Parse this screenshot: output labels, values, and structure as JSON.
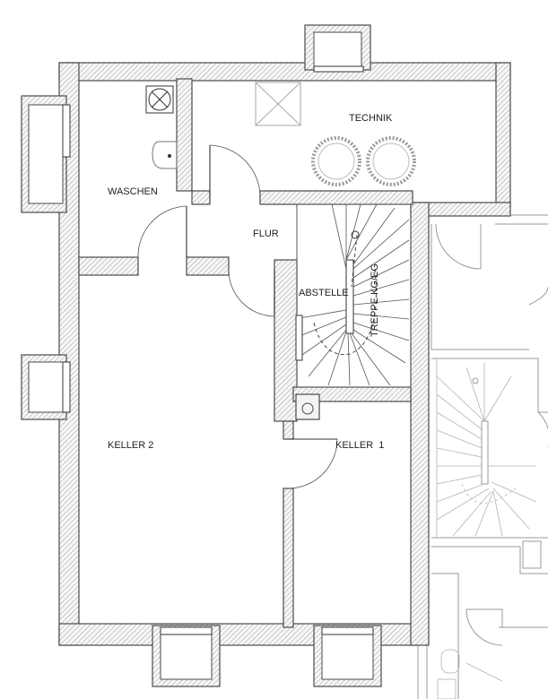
{
  "rooms": {
    "waschen": "WASCHEN",
    "technik": "TECHNIK",
    "flur": "FLUR",
    "abstelle": "ABSTELLE",
    "treppe": "TREPPE KG/EG",
    "keller2": "KELLER 2",
    "keller1": "KELLER  1"
  },
  "colors": {
    "wall_outline": "#4a4a4a",
    "hatch": "#9c9c9c",
    "neighbor_lines": "#9a9a9a"
  }
}
